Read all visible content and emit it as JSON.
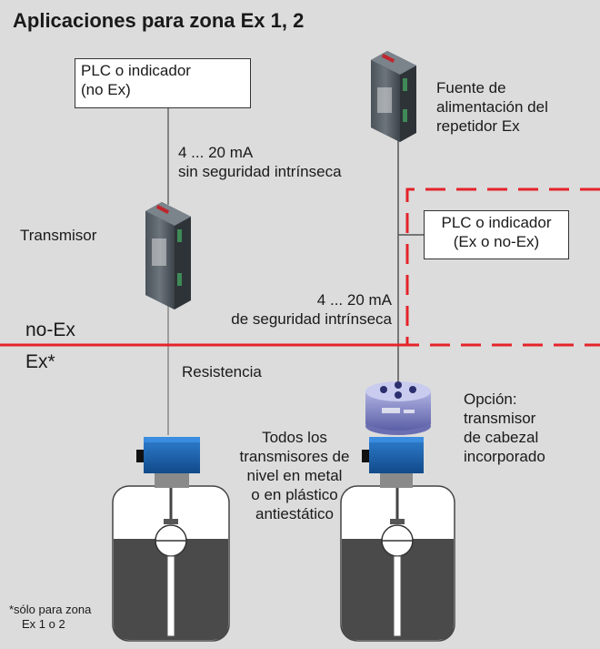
{
  "title": "Aplicaciones para zona Ex 1, 2",
  "plc_non_ex": {
    "line1": "PLC o indicador",
    "line2": "(no Ex)"
  },
  "plc_ex": {
    "line1": "PLC o indicador",
    "line2": "(Ex o no-Ex)"
  },
  "signal_non_intrinsic": {
    "line1": "4 ... 20 mA",
    "line2": "sin seguridad intrínseca"
  },
  "power_supply": {
    "line1": "Fuente de",
    "line2": "alimentación del",
    "line3": "repetidor Ex"
  },
  "transmitter_label": "Transmisor",
  "signal_intrinsic": {
    "line1": "4 ... 20 mA",
    "line2": "de seguridad intrínseca"
  },
  "zones": {
    "non_ex": "no-Ex",
    "ex": "Ex*"
  },
  "resistance_label": "Resistencia",
  "option": {
    "line1": "Opción:",
    "line2": "transmisor",
    "line3": "de cabezal",
    "line4": "incorporado"
  },
  "all_transmitters": {
    "line1": "Todos los",
    "line2": "transmisores de",
    "line3": "nivel en metal",
    "line4": "o en plástico",
    "line5": "antiestático"
  },
  "footnote": {
    "line1": "*sólo para zona",
    "line2": "Ex 1 o 2"
  },
  "colors": {
    "zone_boundary": "#e5232a",
    "background": "#dcdcdc",
    "sensor_head": "#1f63b0"
  }
}
